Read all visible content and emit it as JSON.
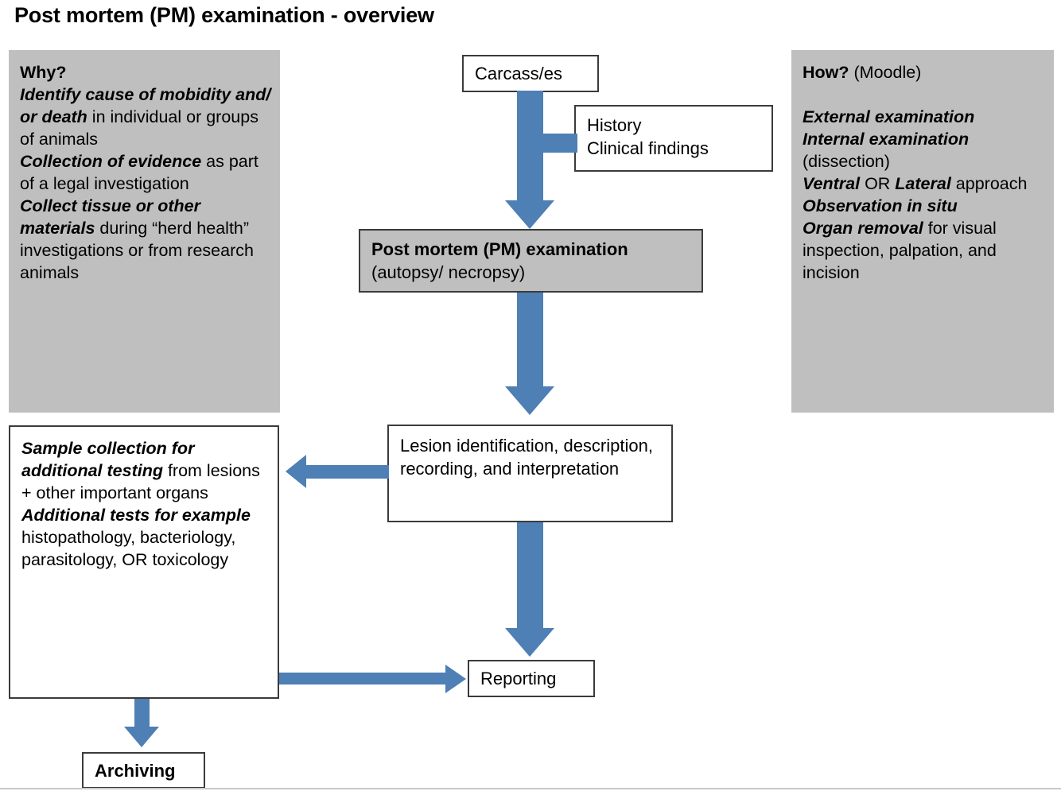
{
  "page": {
    "title": "Post mortem (PM) examination - overview",
    "accent_blue": "#4e7fb5",
    "panel_gray": "#bfbfbf",
    "border_dark": "#3b3b3b"
  },
  "why_panel": {
    "heading": "Why?",
    "line1_em": "Identify cause of mobidity and/ or death",
    "line1_rest": " in individual or groups of animals",
    "line2_em": "Collection of evidence",
    "line2_rest": " as part of a legal investigation",
    "line3_em": "Collect tissue or other materials",
    "line3_rest": " during “herd health” investigations or from research animals"
  },
  "how_panel": {
    "heading": "How?",
    "heading_note": " (Moodle)",
    "line1_em": "External examination",
    "line2_em": "Internal examination",
    "line2_rest": " (dissection)",
    "line3_em1": "Ventral",
    "line3_mid": " OR ",
    "line3_em2": "Lateral",
    "line3_rest": " approach",
    "line4_em": "Observation in situ",
    "line5_em": "Organ removal",
    "line5_rest": " for visual inspection, palpation, and incision"
  },
  "sample_panel": {
    "line1_em": "Sample collection for additional testing",
    "line1_rest": " from lesions + other important organs",
    "line2_em": "Additional tests for example",
    "line2_rest": " histopathology, bacteriology, parasitology, OR toxicology"
  },
  "flow": {
    "carcass": "Carcass/es",
    "history_line1": "History",
    "history_line2": "Clinical findings",
    "pm_title": "Post mortem (PM) examination",
    "pm_sub": "(autopsy/ necropsy)",
    "lesion": "Lesion identification, description, recording, and interpretation",
    "reporting": "Reporting",
    "archiving": "Archiving"
  }
}
